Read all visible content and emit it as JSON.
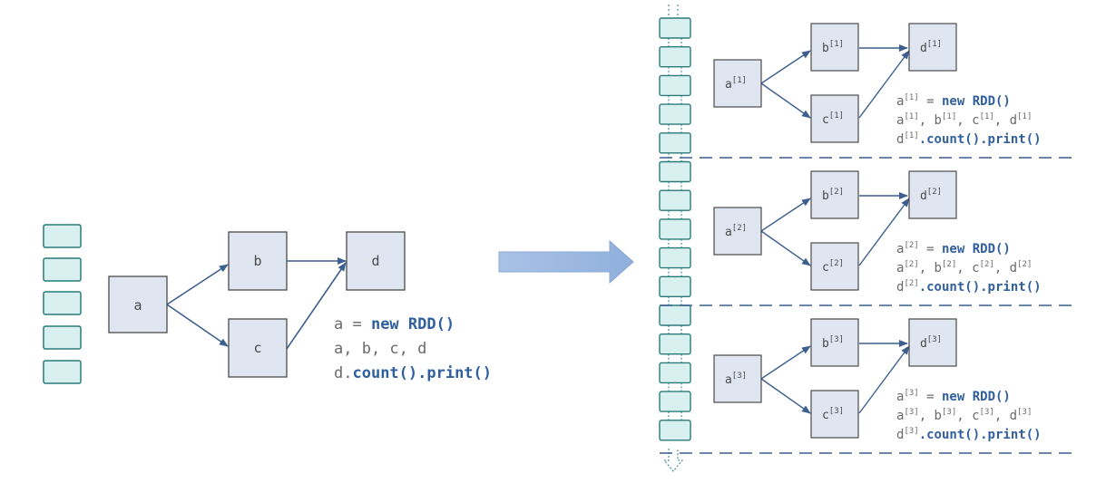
{
  "left": {
    "nodes": {
      "a": "a",
      "b": "b",
      "c": "c",
      "d": "d"
    },
    "code": {
      "line1_var": "a = ",
      "line1_kw": "new",
      "line1_rest": " RDD()",
      "line2": "a, b, c, d",
      "line3_var": "d.",
      "line3_kw": "count().print()"
    },
    "queue_slots": 5
  },
  "right": {
    "batches": [
      {
        "index": "[1]",
        "nodes": {
          "a": "a",
          "b": "b",
          "c": "c",
          "d": "d"
        },
        "code": {
          "line1_var": "a",
          "line1_sup": "[1]",
          "line1_eq": " = ",
          "line1_kw": "new RDD()",
          "line2_parts": [
            "a",
            "[1]",
            ", b",
            "[1]",
            ", c",
            "[1]",
            ", d",
            "[1]"
          ],
          "line3_var": "d",
          "line3_sup": "[1]",
          "line3_kw": ".count().print()"
        }
      },
      {
        "index": "[2]",
        "nodes": {
          "a": "a",
          "b": "b",
          "c": "c",
          "d": "d"
        },
        "code": {
          "line1_var": "a",
          "line1_sup": "[2]",
          "line1_eq": " = ",
          "line1_kw": "new RDD()",
          "line2_parts": [
            "a",
            "[2]",
            ", b",
            "[2]",
            ", c",
            "[2]",
            ", d",
            "[2]"
          ],
          "line3_var": "d",
          "line3_sup": "[2]",
          "line3_kw": ".count().print()"
        }
      },
      {
        "index": "[3]",
        "nodes": {
          "a": "a",
          "b": "b",
          "c": "c",
          "d": "d"
        },
        "code": {
          "line1_var": "a",
          "line1_sup": "[3]",
          "line1_eq": " = ",
          "line1_kw": "new RDD()",
          "line2_parts": [
            "a",
            "[3]",
            ", b",
            "[3]",
            ", c",
            "[3]",
            ", d",
            "[3]"
          ],
          "line3_var": "d",
          "line3_sup": "[3]",
          "line3_kw": ".count().print()"
        }
      }
    ]
  },
  "colors": {
    "node_fill": "#dfe6f2",
    "node_stroke": "#4a4a4a",
    "arrow": "#3c5f8f",
    "queue_fill": "#d8f0f0",
    "queue_stroke": "#2a7a7a",
    "keyword": "#2f5f9e",
    "divider": "#3c5f8f",
    "big_arrow": "#9bb7de"
  }
}
